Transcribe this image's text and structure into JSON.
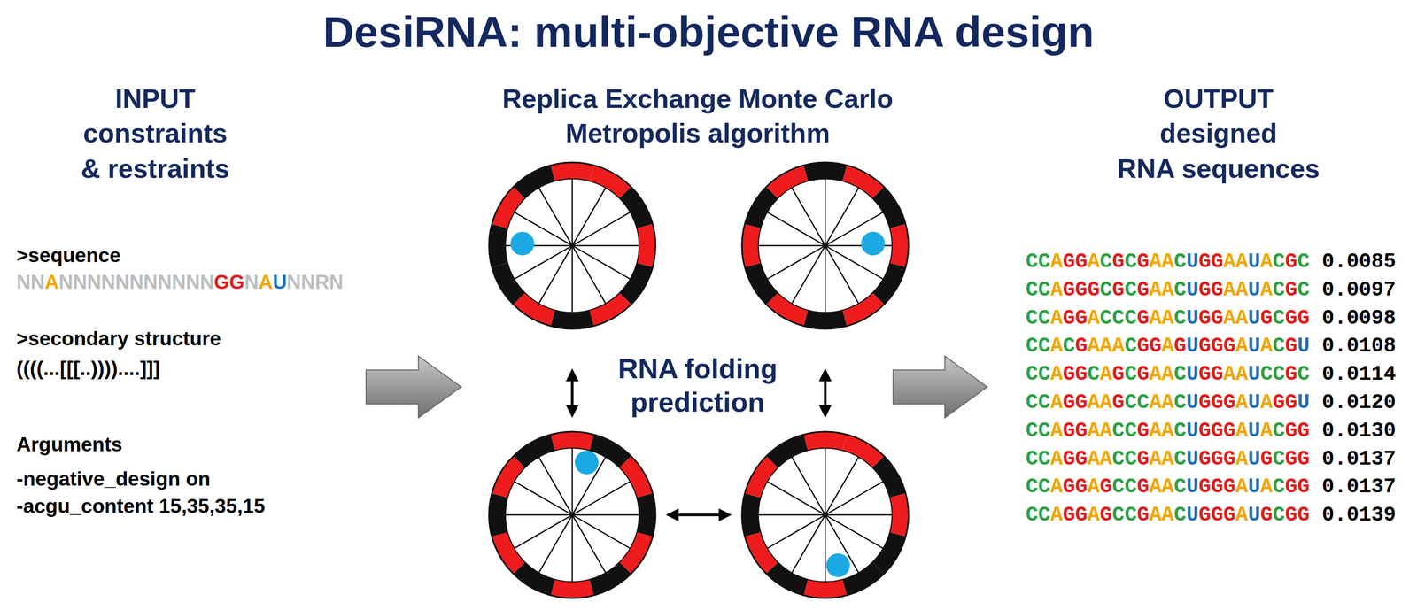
{
  "diagram": {
    "title": "DesiRNA: multi-objective RNA design",
    "labels": [
      "INPUT",
      "constraints",
      "& restraints",
      "Replica Exchange Monte Carlo",
      "Metropolis algorithm",
      "OUTPUT",
      "designed",
      "RNA sequences",
      ">sequence",
      "NNANNNNNNNNNNNGGNAUNNRN",
      ">secondary structure",
      "((((...[[[..))))....]]]",
      "Arguments",
      "-negative_design on",
      "-acgu_content 15,35,35,15",
      "RNA folding",
      "prediction",
      "CCAGGACGCGAACUGGAAUACGC",
      "0.0085",
      "CCAGGGCGCGAACUGGAAUACGC",
      "0.0097",
      "CCAGGACCCGAACUGGAAUGCGG",
      "0.0098",
      "CCACGAAACGGAGUGGGAUACGU",
      "0.0108",
      "CCAGGCAGCGAACUGGAAUCCGC",
      "0.0114",
      "CCAGGAAGCCAACUGGGAUAGGU",
      "0.0120",
      "CCAGGAACCGAACUGGGAUACGG",
      "0.0130",
      "CCAGGAACCGAACUGGGAUGCGG",
      "0.0137",
      "CCAGGAGCCGAACUGGGAUACGG",
      "0.0137",
      "CCAGGAGCCGAACUGGGAUGCGG",
      "0.0139"
    ]
  }
}
